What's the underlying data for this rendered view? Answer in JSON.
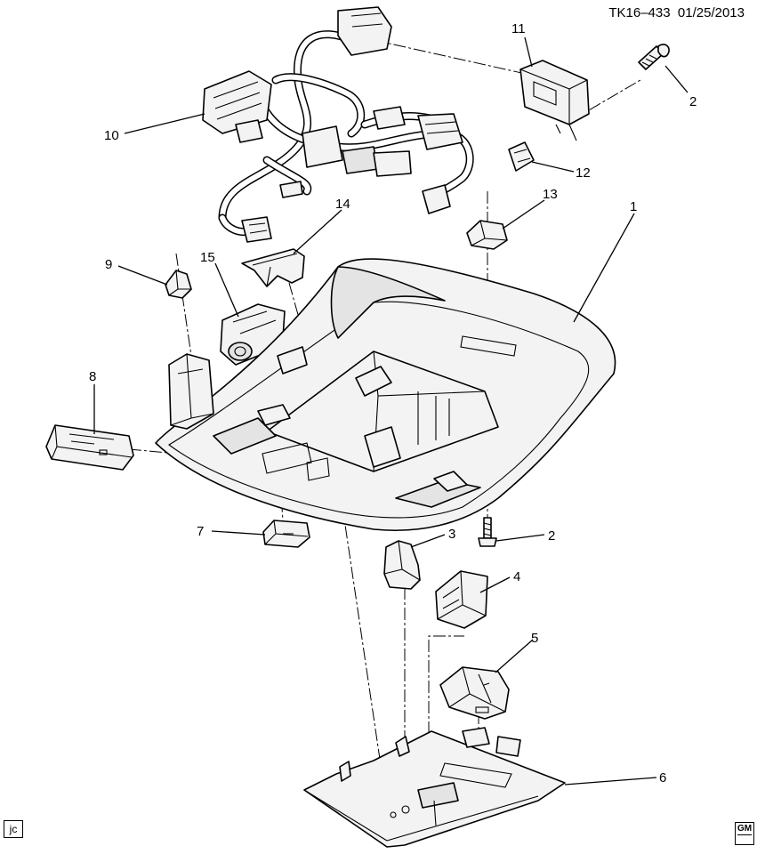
{
  "header": {
    "drawing_id": "TK16–433",
    "date": "01/25/2013"
  },
  "callouts": [
    "1",
    "2",
    "3",
    "4",
    "5",
    "6",
    "7",
    "8",
    "9",
    "10",
    "11",
    "12",
    "13",
    "14",
    "15"
  ],
  "footer": {
    "illustrator_tag": "jc",
    "logo_text": "GM"
  }
}
